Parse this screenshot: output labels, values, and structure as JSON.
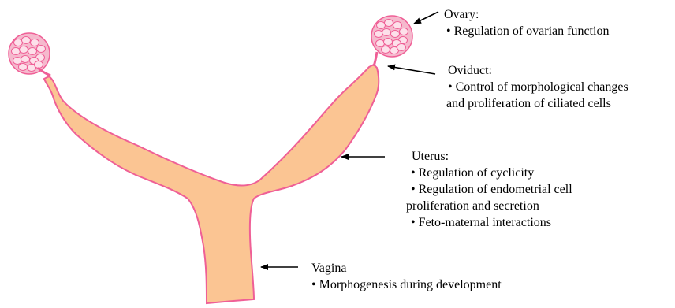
{
  "diagram": {
    "colors": {
      "tissue_fill": "#fbc593",
      "tissue_stroke": "#ef5f96",
      "ovary_fill": "#f5b9cd",
      "ovary_cell_fill": "#fde0ea",
      "arrow": "#000000",
      "text": "#000000"
    },
    "annotations": [
      {
        "id": "ovary",
        "title": "Ovary:",
        "items": [
          "• Regulation of ovarian function"
        ]
      },
      {
        "id": "oviduct",
        "title": "Oviduct:",
        "items": [
          "• Control of morphological changes",
          "and proliferation of ciliated cells"
        ]
      },
      {
        "id": "uterus",
        "title": "Uterus:",
        "items": [
          "• Regulation of cyclicity",
          "• Regulation of endometrial cell",
          "proliferation and secretion",
          "• Feto-maternal interactions"
        ]
      },
      {
        "id": "vagina",
        "title": "Vagina",
        "items": [
          "• Morphogenesis during development"
        ]
      }
    ]
  }
}
